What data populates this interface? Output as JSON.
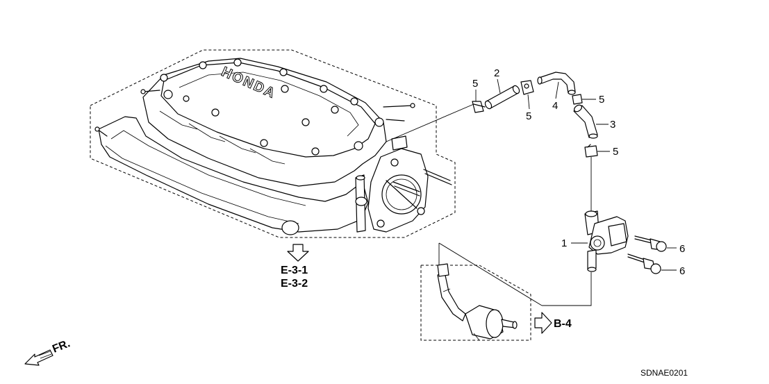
{
  "engine_cover": {
    "brand": "HONDA"
  },
  "callouts": {
    "part_1": "1",
    "part_2": "2",
    "part_3": "3",
    "part_4": "4",
    "part_5": "5",
    "part_6": "6"
  },
  "references": {
    "intake_ref_1": "E-3-1",
    "intake_ref_2": "E-3-2",
    "canister_ref": "B-4"
  },
  "direction": {
    "label": "FR."
  },
  "diagram_code": "SDNAE0201"
}
